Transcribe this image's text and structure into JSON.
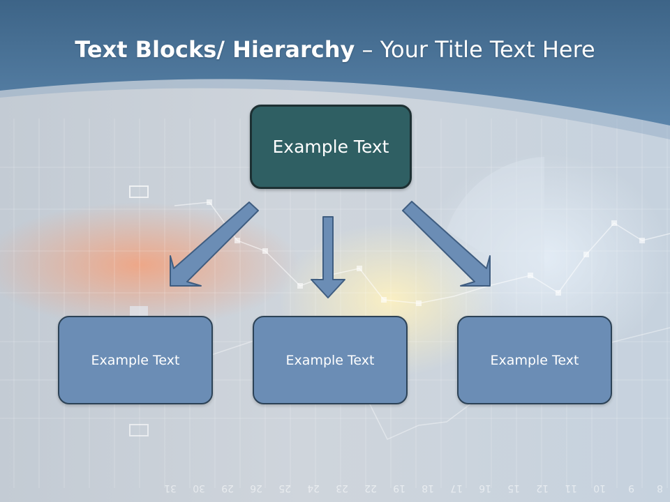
{
  "title": {
    "bold": "Text Blocks/ Hierarchy",
    "rest": " – Your Title Text Here"
  },
  "top_block": {
    "label": "Example Text"
  },
  "child_blocks": [
    {
      "label": "Example Text"
    },
    {
      "label": "Example Text"
    },
    {
      "label": "Example Text"
    }
  ],
  "background_axis_labels": [
    "31",
    "30",
    "29",
    "26",
    "25",
    "24",
    "23",
    "22",
    "19",
    "18",
    "17",
    "16",
    "15",
    "12",
    "11",
    "10",
    "9",
    "8"
  ],
  "colors": {
    "header": "#4f789e",
    "top_block": "#2f5f63",
    "child_block": "#6b8db5",
    "arrow": "#6b8db5"
  }
}
